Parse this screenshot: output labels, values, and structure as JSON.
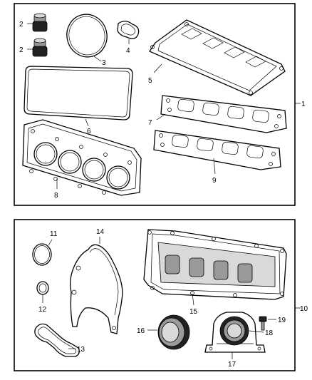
{
  "diagram": {
    "upper_kit": {
      "kit_callout": "1",
      "parts": [
        {
          "callout": "2",
          "name": "valve-stem-seal"
        },
        {
          "callout": "2",
          "name": "valve-stem-seal"
        },
        {
          "callout": "3",
          "name": "round-seal-ring"
        },
        {
          "callout": "4",
          "name": "small-gasket"
        },
        {
          "callout": "5",
          "name": "intake-manifold-gasket"
        },
        {
          "callout": "6",
          "name": "valve-cover-gasket"
        },
        {
          "callout": "7",
          "name": "exhaust-manifold-gasket"
        },
        {
          "callout": "8",
          "name": "cylinder-head-gasket"
        },
        {
          "callout": "9",
          "name": "exhaust-manifold-gasket"
        }
      ]
    },
    "lower_kit": {
      "kit_callout": "10",
      "parts": [
        {
          "callout": "11",
          "name": "o-ring"
        },
        {
          "callout": "12",
          "name": "small-seal"
        },
        {
          "callout": "13",
          "name": "gasket"
        },
        {
          "callout": "14",
          "name": "timing-cover-gasket"
        },
        {
          "callout": "15",
          "name": "oil-pan-gasket"
        },
        {
          "callout": "16",
          "name": "front-crankshaft-seal"
        },
        {
          "callout": "17",
          "name": "rear-main-seal-retainer"
        },
        {
          "callout": "18",
          "name": "rear-main-seal"
        },
        {
          "callout": "19",
          "name": "bolt"
        }
      ]
    }
  }
}
